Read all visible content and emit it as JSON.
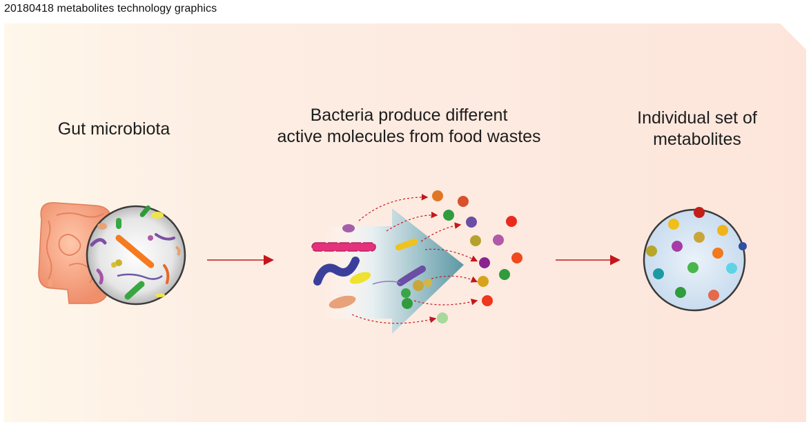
{
  "header": {
    "title": "20180418 metabolites technology graphics"
  },
  "stages": {
    "gut": {
      "label": "Gut microbiota"
    },
    "bacteria": {
      "line1": "Bacteria produce different",
      "line2": "active molecules from food wastes"
    },
    "metabolites": {
      "line1": "Individual set of",
      "line2": "metabolites"
    }
  },
  "colors": {
    "panel_light": "#fdf3ea",
    "panel_peach": "#fde6dc",
    "arrow_red": "#c4161c",
    "chevron_teal": "#5f9aa7",
    "intestine": "#f2a07e",
    "circle_fill": "#d7e6f3",
    "circle_border": "#3c3c3c"
  },
  "icons": {
    "gut": "intestine-icon",
    "magnifier": "magnifier-circle-icon",
    "bacteria": "bacteria-icon",
    "molecule": "molecule-sphere-icon",
    "flow": "flow-arrow-icon"
  }
}
